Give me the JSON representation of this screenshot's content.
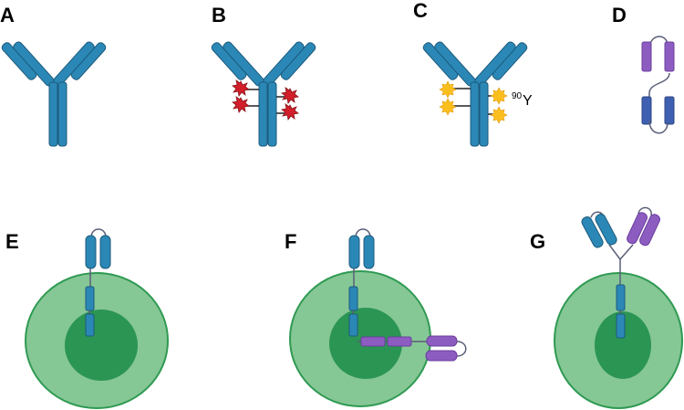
{
  "panels": {
    "a": "A",
    "b": "B",
    "c": "C",
    "d": "D",
    "e": "E",
    "f": "F",
    "g": "G"
  },
  "isotope": {
    "mass_number": "90",
    "symbol": "Y"
  },
  "colors": {
    "antibody_blue": "#2b88b6",
    "antibody_outline": "#1c5a7d",
    "toxin_red": "#d21f2a",
    "radio_yellow": "#fbbf1d",
    "purple_domain": "#8c5cc1",
    "cell_outer": "#86c796",
    "cell_border": "#2f9a52",
    "nucleus": "#2b9553",
    "linker": "#5a5f78"
  }
}
